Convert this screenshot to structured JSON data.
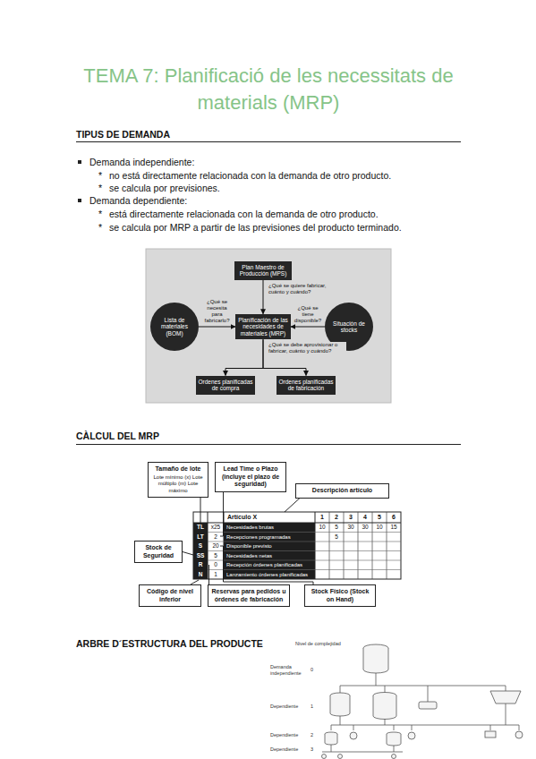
{
  "diagram": {
    "title": "TEMA 7: Planificació de les necessitats de materials (MRP)",
    "nodes": [
      {
        "text": [
          "Plan Maestro de Producción (MPS)"
        ]
      },
      {
        "text": [
          "Lista de materiales (BOM)"
        ]
      },
      {
        "text": [
          "Planificación de las necesidades de materiales (MRP)"
        ]
      },
      {
        "text": [
          "Situación de stocks"
        ]
      },
      {
        "text": [
          "Ordenes planificadas de compra"
        ]
      },
      {
        "text": [
          "Ordenes planificadas de fabricación"
        ]
      },
      {
        "text": [
          "Tamaño de lote",
          "Lote mínimo (x) Lote múltiplo (m) Lote máximo"
        ]
      },
      {
        "text": [
          "Lead Time o Plazo (incluye el plazo de seguridad)"
        ]
      },
      {
        "text": [
          "Descripción artículo"
        ]
      },
      {
        "text": [
          "Stock de Seguridad"
        ]
      },
      {
        "text": [
          "Código de nivel inferior"
        ]
      },
      {
        "text": [
          "Reservas para pedidos u órdenes de fabricación"
        ]
      },
      {
        "text": [
          "Stock Físico (Stock on Hand)"
        ]
      }
    ],
    "edges": [
      {
        "from": 0,
        "to": 2,
        "arrow": "to",
        "label": "¿Qué se quiere fabricar, cuánto y cuándo?"
      },
      {
        "from": 1,
        "to": 2,
        "arrow": "to",
        "label": "¿Qué se necesita para fabricarlo?"
      },
      {
        "from": 3,
        "to": 2,
        "arrow": "to",
        "label": "¿Qué se tiene disponible?"
      },
      {
        "from": 2,
        "to": 4,
        "arrow": "to",
        "label": "¿Qué se debe aprovisionar o fabricar, cuánto y cuándo?"
      },
      {
        "from": 2,
        "to": 5,
        "arrow": "to"
      }
    ],
    "labels": [
      "TIPUS DE DEMANDA",
      "Demanda independiente:",
      "*",
      "no está directamente relacionada con la demanda de otro producto.",
      "*",
      "se calcula por previsiones.",
      "Demanda dependiente:",
      "*",
      "está directamente relacionada con la demanda de otro producto.",
      "*",
      "se calcula por MRP a partir de las previsiones del producto terminado.",
      "CÀLCUL DEL MRP",
      "ARBRE D´ESTRUCTURA DEL PRODUCTE",
      "TL",
      "x25",
      "LT",
      "2",
      "S",
      "20",
      "SS",
      "5",
      "R",
      "0",
      "N",
      "1",
      "Artículo X",
      "1",
      "2",
      "3",
      "4",
      "5",
      "6",
      "Necesidades brutas",
      "10",
      "5",
      "30",
      "30",
      "10",
      "15",
      "Recepciones programadas",
      "5",
      "Disponible previsto",
      "Necesidades netas",
      "Recepción órdenes planificadas",
      "Lanzamiento órdenes planificadas",
      "Nivel de complejidad",
      "Demanda independiente",
      "0",
      "Dependiente",
      "1",
      "Dependiente",
      "2",
      "Dependiente",
      "3"
    ]
  }
}
